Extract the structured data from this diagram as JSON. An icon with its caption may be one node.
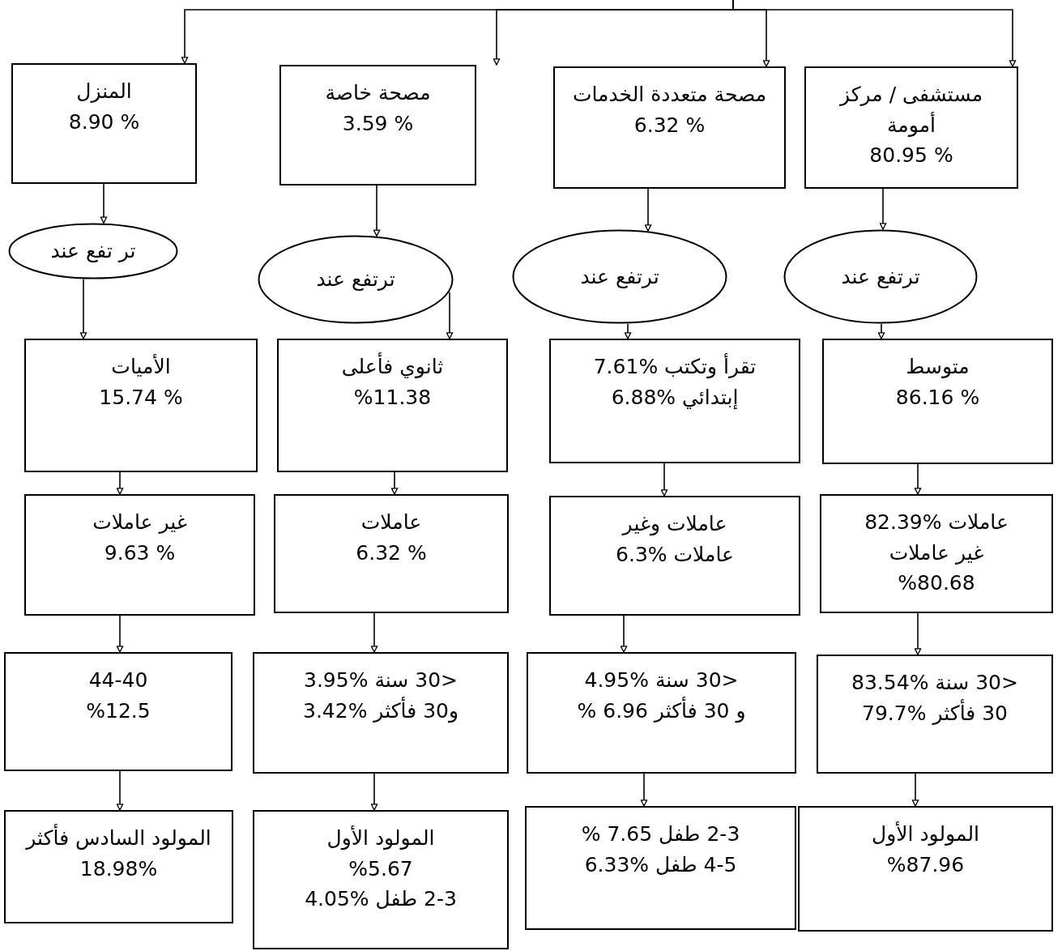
{
  "diagram": {
    "nodes": [
      {
        "text": [
          "مستشفى / مركز أمومة",
          "80.95 %"
        ]
      },
      {
        "text": [
          "مصحة متعددة الخدمات",
          "6.32 %"
        ]
      },
      {
        "text": [
          "مصحة خاصة",
          "3.59 %"
        ]
      },
      {
        "text": [
          "المنزل",
          "8.90 %"
        ]
      },
      {
        "text": [
          "ترتفع عند"
        ]
      },
      {
        "text": [
          "ترتفع عند"
        ]
      },
      {
        "text": [
          "ترتفع عند"
        ]
      },
      {
        "text": [
          "تر تفع عند"
        ]
      },
      {
        "text": [
          "متوسط",
          "86.16 %"
        ]
      },
      {
        "text": [
          "تقرأ وتكتب %7.61",
          "إبتدائي %6.88"
        ]
      },
      {
        "text": [
          "ثانوي فأعلى",
          "%11.38"
        ]
      },
      {
        "text": [
          "الأميات",
          "15.74 %"
        ]
      },
      {
        "text": [
          "عاملات %82.39",
          "غير عاملات",
          "%80.68"
        ]
      },
      {
        "text": [
          "عاملات وغير",
          "عاملات %6.3"
        ]
      },
      {
        "text": [
          "عاملات",
          "6.32 %"
        ]
      },
      {
        "text": [
          "غير عاملات",
          "9.63 %"
        ]
      },
      {
        "text": [
          "<30 سنة %83.54",
          "30 فأكثر %79.7"
        ]
      },
      {
        "text": [
          "<30 سنة %4.95",
          "و 30 فأكثر 6.96 %"
        ]
      },
      {
        "text": [
          "<30 سنة %3.95",
          "و30 فأكثر %3.42"
        ]
      },
      {
        "text": [
          "44-40",
          "%12.5"
        ]
      },
      {
        "text": [
          "المولود الأول",
          "%87.96"
        ]
      },
      {
        "text": [
          "2-3 طفل 7.65 %",
          "4-5 طفل %6.33"
        ]
      },
      {
        "text": [
          "المولود الأول",
          "%5.67",
          "2-3 طفل %4.05"
        ]
      },
      {
        "text": [
          "المولود السادس فأكثر %18.98"
        ]
      }
    ],
    "edges": [
      {
        "from": null,
        "to": 0,
        "arrow": "to"
      },
      {
        "from": null,
        "to": 1,
        "arrow": "to"
      },
      {
        "from": null,
        "to": 2,
        "arrow": "to"
      },
      {
        "from": null,
        "to": 3,
        "arrow": "to"
      },
      {
        "from": 0,
        "to": 4,
        "arrow": "to"
      },
      {
        "from": 1,
        "to": 5,
        "arrow": "to"
      },
      {
        "from": 2,
        "to": 6,
        "arrow": "to"
      },
      {
        "from": 3,
        "to": 7,
        "arrow": "to"
      },
      {
        "from": 4,
        "to": 8,
        "arrow": "to"
      },
      {
        "from": 5,
        "to": 9,
        "arrow": "to"
      },
      {
        "from": 6,
        "to": 10,
        "arrow": "to"
      },
      {
        "from": 7,
        "to": 11,
        "arrow": "to"
      },
      {
        "from": 8,
        "to": 12,
        "arrow": "to"
      },
      {
        "from": 9,
        "to": 13,
        "arrow": "to"
      },
      {
        "from": 10,
        "to": 14,
        "arrow": "to"
      },
      {
        "from": 11,
        "to": 15,
        "arrow": "to"
      },
      {
        "from": 12,
        "to": 16,
        "arrow": "to"
      },
      {
        "from": 13,
        "to": 17,
        "arrow": "to"
      },
      {
        "from": 14,
        "to": 18,
        "arrow": "to"
      },
      {
        "from": 15,
        "to": 19,
        "arrow": "to"
      },
      {
        "from": 16,
        "to": 20,
        "arrow": "to"
      },
      {
        "from": 17,
        "to": 21,
        "arrow": "to"
      },
      {
        "from": 18,
        "to": 22,
        "arrow": "to"
      },
      {
        "from": 19,
        "to": 23,
        "arrow": "to"
      }
    ]
  }
}
